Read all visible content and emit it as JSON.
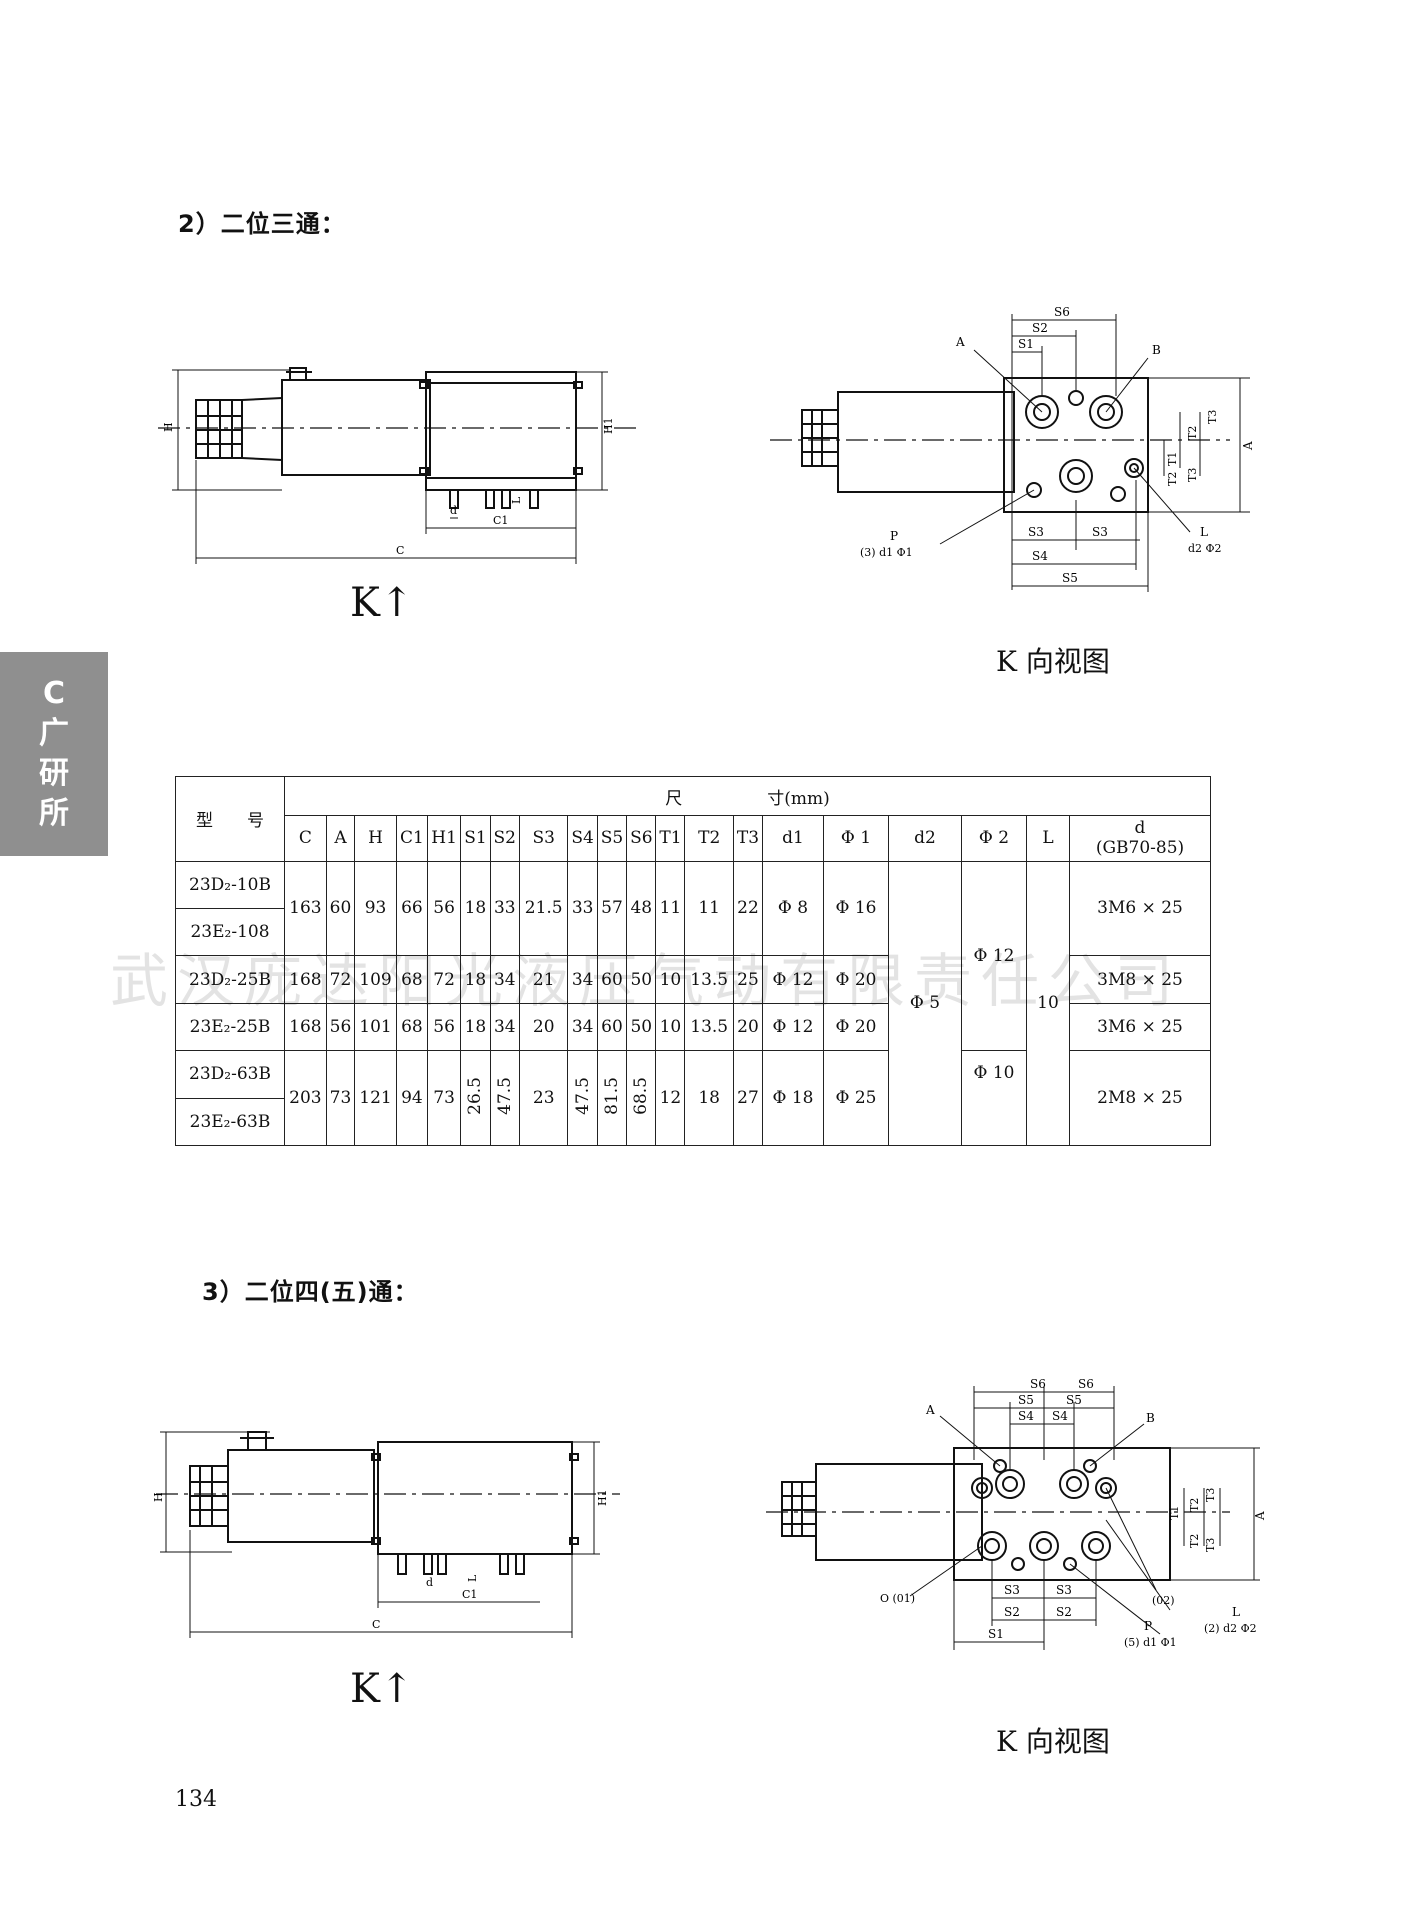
{
  "section2_heading": "2）二位三通：",
  "section3_heading": "3）二位四(五)通：",
  "k_arrow_label": "K↑",
  "k_view_caption": "K 向视图",
  "side_tab": [
    "C",
    "广",
    "研",
    "所"
  ],
  "watermark": "武汉庞达阳光液压气动有限责任公司",
  "page_number": "134",
  "drawing1": {
    "H": "H",
    "H1": "H1",
    "C": "C",
    "C1": "C1",
    "d": "d",
    "L": "L"
  },
  "drawing2": {
    "S6": "S6",
    "S2": "S2",
    "S1": "S1",
    "A_port": "A",
    "B_port": "B",
    "T1": "T1",
    "T2a": "T2",
    "T2b": "T2",
    "T3a": "T3",
    "T3b": "T3",
    "A_dim": "A",
    "P": "P",
    "P_sub": "(3) d1 Φ1",
    "S3a": "S3",
    "S3b": "S3",
    "S4": "S4",
    "S5": "S5",
    "L": "L",
    "L_sub": "d2 Φ2"
  },
  "drawing3": {
    "H": "H",
    "H1": "H1",
    "C": "C",
    "C1": "C1",
    "d": "d",
    "L": "L"
  },
  "drawing4": {
    "S6a": "S6",
    "S6b": "S6",
    "S5a": "S5",
    "S5b": "S5",
    "S4a": "S4",
    "S4b": "S4",
    "A_port": "A",
    "B_port": "B",
    "T1": "T1",
    "T2a": "T2",
    "T2b": "T2",
    "T3a": "T3",
    "T3b": "T3",
    "A_dim": "A",
    "O": "O (01)",
    "S3a": "S3",
    "S3b": "S3",
    "S2a": "S2",
    "S2b": "S2",
    "S1": "S1",
    "O2": "(02)",
    "P": "P",
    "P_sub": "(5) d1 Φ1",
    "L": "L",
    "L_sub": "(2) d2 Φ2"
  },
  "table": {
    "model_header": "型　　号",
    "size_header": "尺　　　　　寸(mm)",
    "columns": [
      "C",
      "A",
      "H",
      "C1",
      "H1",
      "S1",
      "S2",
      "S3",
      "S4",
      "S5",
      "S6",
      "T1",
      "T2",
      "T3",
      "d1",
      "Φ 1",
      "d2",
      "Φ 2",
      "L"
    ],
    "bolt_header_1": "d",
    "bolt_header_2": "(GB70-85)",
    "models": [
      "23D₂-10B",
      "23E₂-108",
      "23D₂-25B",
      "23E₂-25B",
      "23D₂-63B",
      "23E₂-63B"
    ],
    "group1": [
      "163",
      "60",
      "93",
      "66",
      "56",
      "18",
      "33",
      "21.5",
      "33",
      "57",
      "48",
      "11",
      "11",
      "22",
      "Φ 8",
      "Φ 16"
    ],
    "group1_bolt": "3M6 × 25",
    "row25d": [
      "168",
      "72",
      "109",
      "68",
      "72",
      "18",
      "34",
      "21",
      "34",
      "60",
      "50",
      "10",
      "13.5",
      "25",
      "Φ 12",
      "Φ 20"
    ],
    "row25d_bolt": "3M8 × 25",
    "d2_shared": "Φ 5",
    "phi2_shared": "Φ 12",
    "L_shared": "10",
    "row25e": [
      "168",
      "56",
      "101",
      "68",
      "56",
      "18",
      "34",
      "20",
      "34",
      "60",
      "50",
      "10",
      "13.5",
      "20",
      "Φ 12",
      "Φ 20"
    ],
    "row25e_bolt": "3M6 × 25",
    "group3": [
      "203",
      "73",
      "121",
      "94",
      "73",
      "26.5",
      "47.5",
      "23",
      "47.5",
      "81.5",
      "68.5",
      "12",
      "18",
      "27",
      "Φ 18",
      "Φ 25"
    ],
    "group3_phi2": "Φ 10",
    "group3_bolt": "2M8 × 25"
  }
}
